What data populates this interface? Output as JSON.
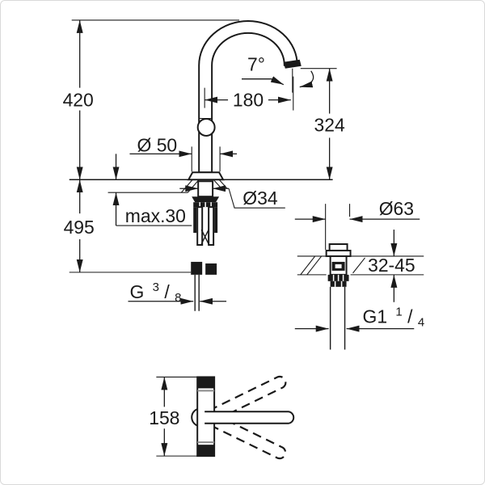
{
  "drawing": {
    "front_view": {
      "height_above_deck": "420",
      "height_below_deck": "495",
      "spout_reach": "180",
      "spout_outlet_height": "324",
      "spout_angle": "7°",
      "base_diameter": "Ø 50",
      "shank_diameter": "Ø34",
      "max_deck_thickness": "max.30",
      "supply_thread": {
        "prefix": "G",
        "numerator": "3",
        "slash": "/",
        "denominator": "8"
      }
    },
    "drain_view": {
      "flange_diameter": "Ø63",
      "deck_thickness_range": "32-45",
      "drain_thread": {
        "prefix": "G1",
        "numerator": "1",
        "slash": "/",
        "denominator": "4"
      }
    },
    "top_view": {
      "body_width": "158"
    }
  },
  "colors": {
    "line": "#1a1a1a",
    "background": "#ffffff",
    "frame": "#d9d9d9"
  }
}
